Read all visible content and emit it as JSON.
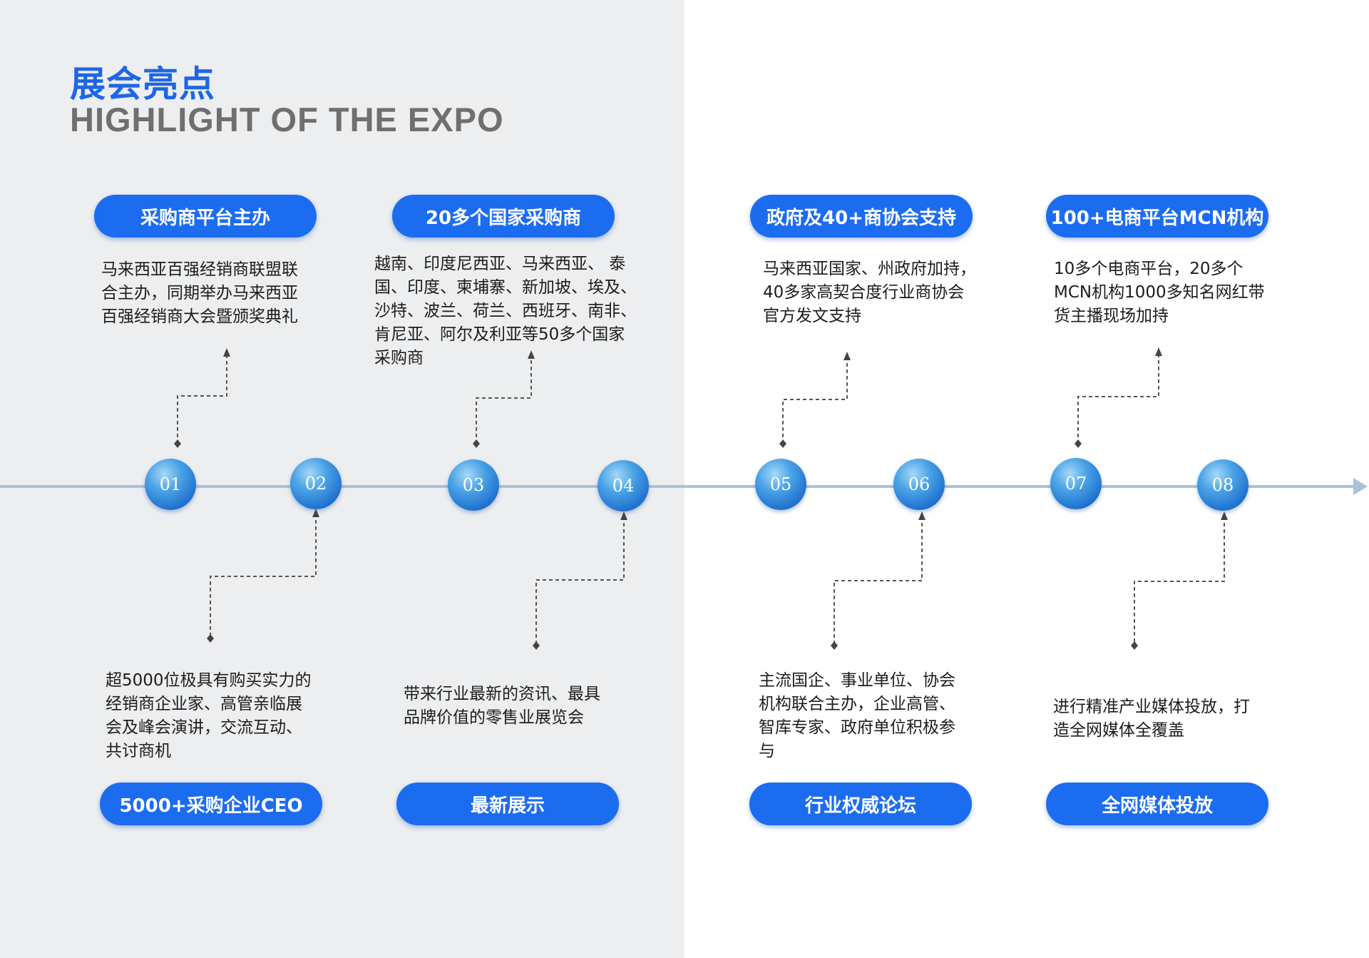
{
  "header": {
    "title_cn": "展会亮点",
    "title_en": "HIGHLIGHT OF THE EXPO"
  },
  "colors": {
    "accent": "#1c6cf0",
    "title_en": "#6f6f6f",
    "timeline": "#a9c2d9",
    "left_panel": "#eceef0"
  },
  "nodes": [
    "01",
    "02",
    "03",
    "04",
    "05",
    "06",
    "07",
    "08"
  ],
  "top_items": [
    {
      "pill": "采购商平台主办",
      "desc": [
        "马来西亚百强经销商联盟联",
        "合主办，同期举办马来西亚",
        "百强经销商大会暨颁奖典礼"
      ]
    },
    {
      "pill": "20多个国家采购商",
      "desc": [
        "越南、印度尼西亚、马来西亚、 泰",
        "国、印度、柬埔寨、新加坡、埃及、",
        "沙特、波兰、荷兰、西班牙、南非、",
        "肯尼亚、阿尔及利亚等50多个国家",
        "采购商"
      ]
    },
    {
      "pill": "政府及40+商协会支持",
      "desc": [
        "马来西亚国家、州政府加持，",
        "40多家高契合度行业商协会",
        "官方发文支持"
      ]
    },
    {
      "pill": "100+电商平台MCN机构",
      "desc": [
        "10多个电商平台，20多个",
        "MCN机构1000多知名网红带",
        "货主播现场加持"
      ]
    }
  ],
  "bottom_items": [
    {
      "pill": "5000+采购企业CEO",
      "desc": [
        "超5000位极具有购买实力的",
        "经销商企业家、高管亲临展",
        "会及峰会演讲，交流互动、",
        "共讨商机"
      ]
    },
    {
      "pill": "最新展示",
      "desc": [
        "带来行业最新的资讯、最具",
        "品牌价值的零售业展览会"
      ]
    },
    {
      "pill": "行业权威论坛",
      "desc": [
        "主流国企、事业单位、协会",
        "机构联合主办，企业高管、",
        "智库专家、政府单位积极参",
        "与"
      ]
    },
    {
      "pill": "全网媒体投放",
      "desc": [
        "进行精准产业媒体投放，打",
        "造全网媒体全覆盖"
      ]
    }
  ]
}
